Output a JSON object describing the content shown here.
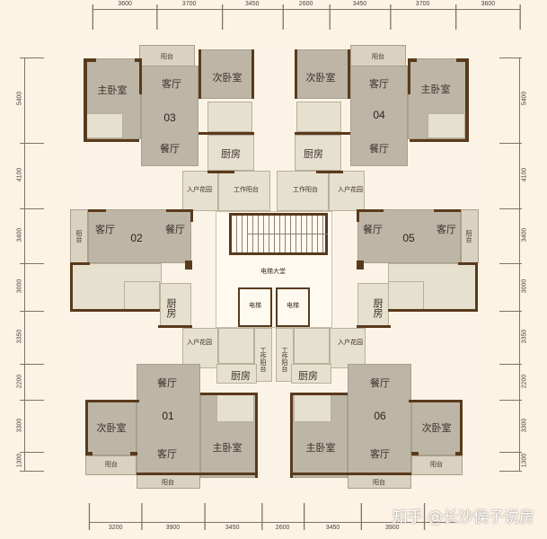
{
  "dimensions": {
    "top": [
      "3600",
      "3700",
      "3450",
      "2600",
      "3450",
      "3700",
      "3600"
    ],
    "bottom": [
      "3200",
      "3900",
      "3450",
      "2600",
      "3450",
      "3900"
    ],
    "left": [
      "5400",
      "4100",
      "3400",
      "3000",
      "3350",
      "2200",
      "3300",
      "1300"
    ],
    "right": [
      "5400",
      "4100",
      "3400",
      "3000",
      "3350",
      "2200",
      "3300",
      "1300"
    ]
  },
  "units": {
    "u03": {
      "number": "03",
      "master": "主卧室",
      "living": "客厅",
      "dining": "餐厅",
      "second": "次卧室",
      "kitchen": "厨房",
      "balcony": "阳台",
      "garden": "入户花园",
      "work_balcony": "工作阳台"
    },
    "u04": {
      "number": "04",
      "master": "主卧室",
      "living": "客厅",
      "dining": "餐厅",
      "second": "次卧室",
      "kitchen": "厨房",
      "balcony": "阳台",
      "garden": "入户花园",
      "work_balcony": "工作阳台"
    },
    "u02": {
      "number": "02",
      "living": "客厅",
      "dining": "餐厅",
      "kitchen": "厨房",
      "balcony": "阳台"
    },
    "u05": {
      "number": "05",
      "living": "客厅",
      "dining": "餐厅",
      "kitchen": "厨房",
      "balcony": "阳台"
    },
    "u01": {
      "number": "01",
      "master": "主卧室",
      "living": "客厅",
      "dining": "餐厅",
      "second": "次卧室",
      "kitchen": "厨房",
      "balcony": "阳台",
      "balcony2": "阳台",
      "garden": "入户花园",
      "work_balcony": "工作阳台"
    },
    "u06": {
      "number": "06",
      "master": "主卧室",
      "living": "客厅",
      "dining": "餐厅",
      "second": "次卧室",
      "kitchen": "厨房",
      "balcony": "阳台",
      "balcony2": "阳台",
      "garden": "入户花园",
      "work_balcony": "工作阳台"
    }
  },
  "core": {
    "lobby": "电梯大堂",
    "elevator1": "电梯",
    "elevator2": "电梯"
  },
  "watermark": "知乎 @长沙侯子说房"
}
